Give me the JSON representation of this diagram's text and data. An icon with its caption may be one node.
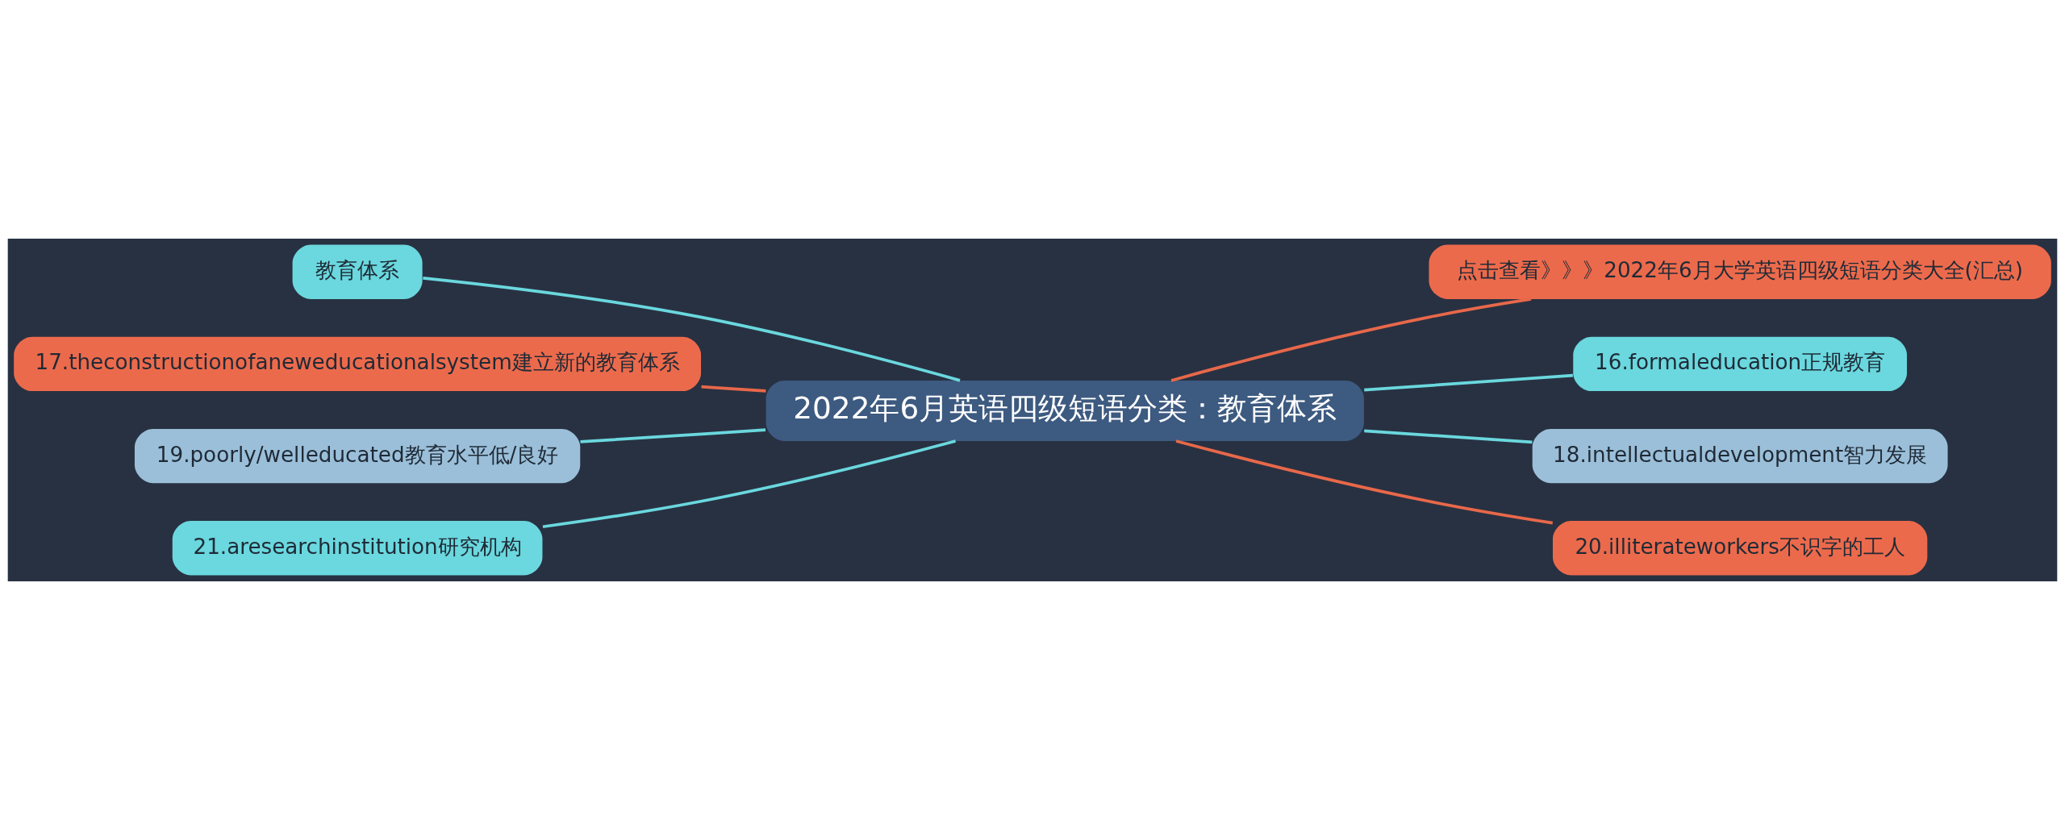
{
  "diagram": {
    "nodes": [
      {
        "text": [
          "2022年6月英语四级短语分类：教育体系"
        ]
      },
      {
        "text": [
          "教育体系"
        ]
      },
      {
        "text": [
          "17.theconstructionofaneweducationalsystem建立新的教育体系"
        ]
      },
      {
        "text": [
          "19.poorly/welleducated教育水平低/良好"
        ]
      },
      {
        "text": [
          "21.aresearchinstitution研究机构"
        ]
      },
      {
        "text": [
          "点击查看》》》2022年6月大学英语四级短语分类大全(汇总)"
        ]
      },
      {
        "text": [
          "16.formaleducation正规教育"
        ]
      },
      {
        "text": [
          "18.intellectualdevelopment智力发展"
        ]
      },
      {
        "text": [
          "20.illiterateworkers不识字的工人"
        ]
      }
    ],
    "edges": [
      {
        "from": 0,
        "to": 1,
        "arrow": "none"
      },
      {
        "from": 0,
        "to": 2,
        "arrow": "none",
        "color": "#e8684a"
      },
      {
        "from": 0,
        "to": 3,
        "arrow": "none"
      },
      {
        "from": 0,
        "to": 4,
        "arrow": "none"
      },
      {
        "from": 0,
        "to": 5,
        "arrow": "none",
        "color": "#e8684a"
      },
      {
        "from": 0,
        "to": 6,
        "arrow": "none"
      },
      {
        "from": 0,
        "to": 7,
        "arrow": "none"
      },
      {
        "from": 0,
        "to": 8,
        "arrow": "none",
        "color": "#e8684a"
      }
    ]
  }
}
